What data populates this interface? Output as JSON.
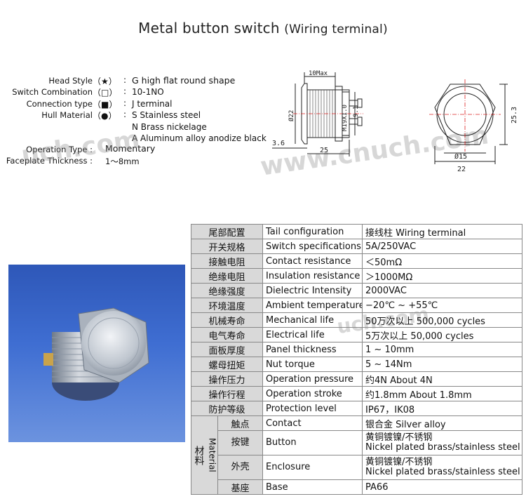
{
  "title": {
    "main": "Metal button switch",
    "sub": "(Wiring terminal)"
  },
  "options": [
    {
      "label": "Head Style",
      "mark": "（★）",
      "value": "G high flat round shape"
    },
    {
      "label": "Switch Combination",
      "mark": "（□）",
      "value": "10-1NO"
    },
    {
      "label": "Connection type",
      "mark": "（■）",
      "value": "J terminal"
    },
    {
      "label": "Hull Material",
      "mark": "（●）",
      "value": "S Stainless steel"
    }
  ],
  "hull_extra": [
    "N Brass nickelage",
    "A Aluminum alloy anodize black"
  ],
  "operation": {
    "label": "Operation Type :",
    "value": "Momentary"
  },
  "faceplate": {
    "label": "Faceplate Thickness :",
    "value": "1～8mm"
  },
  "drawing_side": {
    "dims": {
      "top": "10Max",
      "dia": "Ø22",
      "thread": "M19X1.0",
      "mid": "9.1",
      "left": "3.6",
      "bottom": "25"
    }
  },
  "drawing_front": {
    "dims": {
      "height": "25.3",
      "inner": "Ø15",
      "width": "22"
    }
  },
  "watermark": "www.cnuch.com",
  "watermark_short": "uch.com",
  "spec": {
    "rows": [
      {
        "zh": "尾部配置",
        "en": "Tail configuration",
        "val": "接线柱 Wiring terminal"
      },
      {
        "zh": "开关规格",
        "en": "Switch specifications",
        "val": "5A/250VAC"
      },
      {
        "zh": "接触电阻",
        "en": "Contact resistance",
        "val": "＜50mΩ"
      },
      {
        "zh": "绝缘电阻",
        "en": "Insulation resistance",
        "val": "＞1000MΩ"
      },
      {
        "zh": "绝缘强度",
        "en": "Dielectric Intensity",
        "val": "2000VAC"
      },
      {
        "zh": "环境温度",
        "en": "Ambient temperature",
        "val": "−20℃ ~ +55℃"
      },
      {
        "zh": "机械寿命",
        "en": "Mechanical life",
        "val": "50万次以上 500,000 cycles"
      },
      {
        "zh": "电气寿命",
        "en": "Electrical life",
        "val": "5万次以上 50,000  cycles"
      },
      {
        "zh": "面板厚度",
        "en": "Panel thickness",
        "val": "1 ~ 10mm"
      },
      {
        "zh": "螺母扭矩",
        "en": "Nut torque",
        "val": "5 ~ 14Nm"
      },
      {
        "zh": "操作压力",
        "en": "Operation pressure",
        "val": "约4N About 4N"
      },
      {
        "zh": "操作行程",
        "en": "Operation stroke",
        "val": "约1.8mm About 1.8mm"
      },
      {
        "zh": "防护等级",
        "en": "Protection level",
        "val": "IP67，IK08"
      }
    ],
    "material_group": {
      "zh": "材料",
      "en": "Material"
    },
    "material_rows": [
      {
        "zh": "触点",
        "en": "Contact",
        "val1": "银合金 Silver alloy",
        "val2": ""
      },
      {
        "zh": "按键",
        "en": "Button",
        "val1": "黄铜镀镍/不锈钢",
        "val2": "Nickel plated brass/stainless steel"
      },
      {
        "zh": "外壳",
        "en": "Enclosure",
        "val1": "黄铜镀镍/不锈钢",
        "val2": "Nickel plated brass/stainless steel"
      },
      {
        "zh": "基座",
        "en": "Base",
        "val1": "PA66",
        "val2": ""
      }
    ]
  }
}
